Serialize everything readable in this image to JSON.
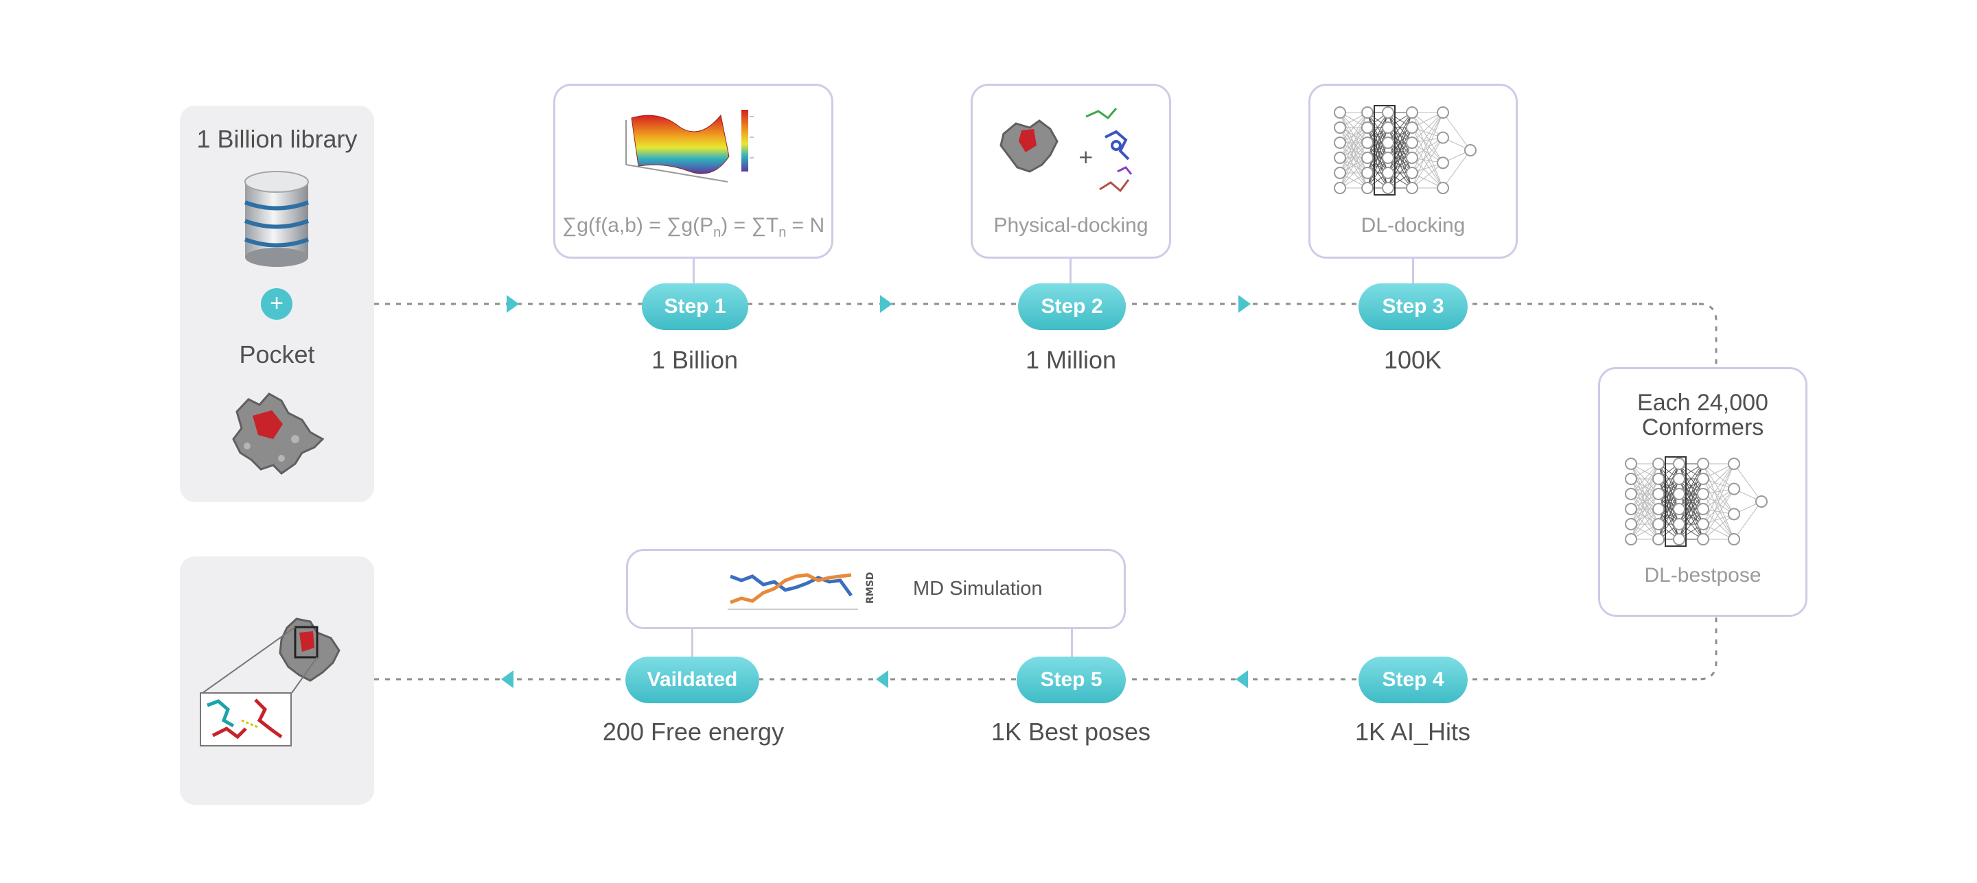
{
  "source": {
    "title": "1 Billion library",
    "plus": "+",
    "pocket": "Pocket"
  },
  "steps": [
    {
      "label": "Step 1",
      "count": "1 Billion"
    },
    {
      "label": "Step 2",
      "count": "1 Million"
    },
    {
      "label": "Step 3",
      "count": "100K"
    },
    {
      "label": "Step 4",
      "count": "1K AI_Hits"
    },
    {
      "label": "Step 5",
      "count": "1K Best poses"
    },
    {
      "label": "Vaildated",
      "count": "200 Free energy"
    }
  ],
  "cards": {
    "step1_formula_prefix": "∑g(f(a,b) = ∑g(P",
    "step1_formula_sub1": "n",
    "step1_formula_mid": ") = ∑T",
    "step1_formula_sub2": "n",
    "step1_formula_suffix": " = N",
    "step2": "Physical-docking",
    "step3": "DL-docking",
    "bestpose_title_1": "Each 24,000",
    "bestpose_title_2": "Conformers",
    "bestpose_label": "DL-bestpose",
    "md": "MD Simulation",
    "md_axis": "RMSD"
  },
  "colors": {
    "accent": "#4cc4cd",
    "card_border": "#cfcbe6",
    "dash": "#8e8e8e",
    "panel": "#efeff1",
    "protein_red": "#c8222a"
  }
}
